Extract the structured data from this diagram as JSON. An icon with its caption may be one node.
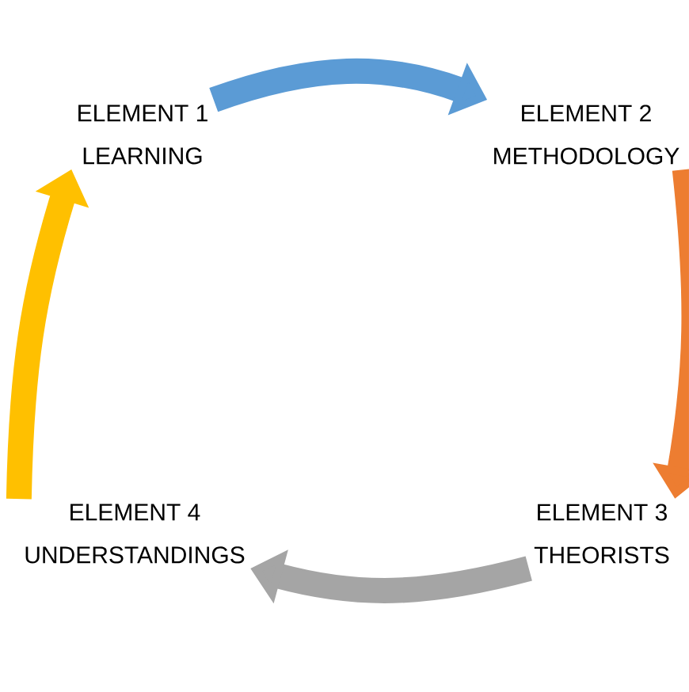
{
  "diagram": {
    "nodes": [
      {
        "text": [
          "ELEMENT 1",
          "LEARNING"
        ]
      },
      {
        "text": [
          "ELEMENT 2",
          "METHODOLOGY"
        ]
      },
      {
        "text": [
          "ELEMENT 3",
          "THEORISTS"
        ]
      },
      {
        "text": [
          "ELEMENT 4",
          "UNDERSTANDINGS"
        ]
      }
    ],
    "edges": [
      {
        "from": 0,
        "to": 1,
        "arrow": "to",
        "color": "#5b9bd5"
      },
      {
        "from": 1,
        "to": 2,
        "arrow": "to",
        "color": "#ed7d31"
      },
      {
        "from": 2,
        "to": 3,
        "arrow": "to",
        "color": "#a5a5a5"
      },
      {
        "from": 3,
        "to": 0,
        "arrow": "to",
        "color": "#ffc000"
      }
    ]
  }
}
